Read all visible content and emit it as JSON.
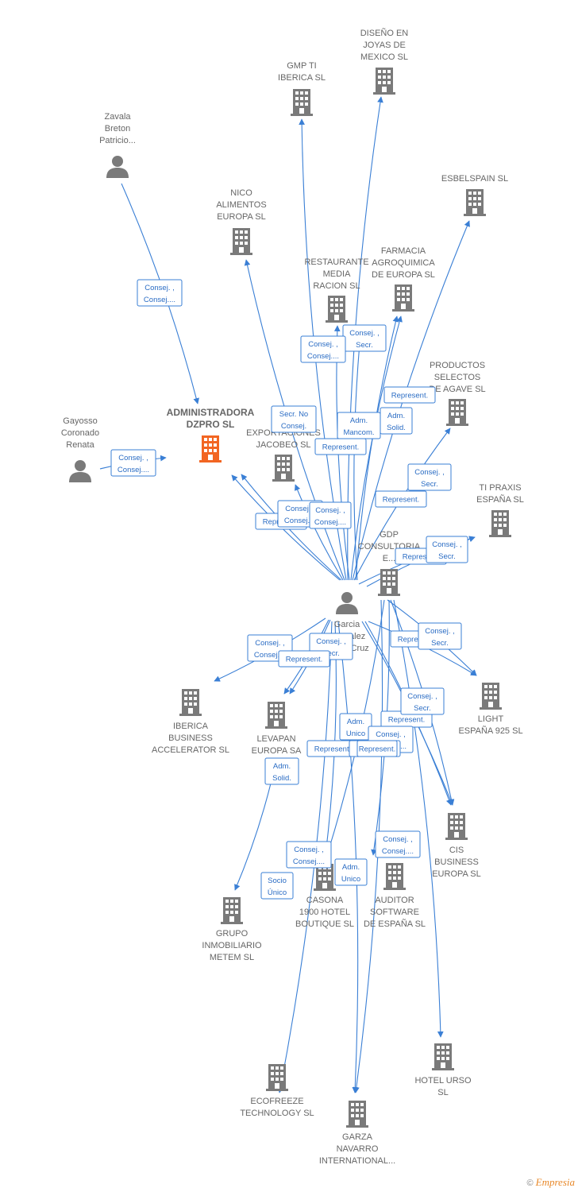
{
  "colors": {
    "edge": "#3a7fd5",
    "building": "#7a7a7a",
    "highlight": "#f26522",
    "person": "#7a7a7a"
  },
  "nodes": [
    {
      "id": "diseno",
      "type": "company",
      "lines": [
        "DISEÑO EN",
        "JOYAS DE",
        "MEXICO SL"
      ]
    },
    {
      "id": "gmp",
      "type": "company",
      "lines": [
        "GMP TI",
        "IBERICA SL"
      ]
    },
    {
      "id": "zavala",
      "type": "person",
      "lines": [
        "Zavala",
        "Breton",
        "Patricio..."
      ]
    },
    {
      "id": "esbelspain",
      "type": "company",
      "lines": [
        "ESBELSPAIN  SL"
      ]
    },
    {
      "id": "nico",
      "type": "company",
      "lines": [
        "NICO",
        "ALIMENTOS",
        "EUROPA SL"
      ]
    },
    {
      "id": "farmacia",
      "type": "company",
      "lines": [
        "FARMACIA",
        "AGROQUIMICA",
        "DE EUROPA SL"
      ]
    },
    {
      "id": "restaurante",
      "type": "company",
      "lines": [
        "RESTAURANTE",
        "MEDIA",
        "RACION  SL"
      ]
    },
    {
      "id": "productos",
      "type": "company",
      "lines": [
        "PRODUCTOS",
        "SELECTOS",
        "DE AGAVE  SL"
      ]
    },
    {
      "id": "administradora",
      "type": "company-main",
      "lines": [
        "ADMINISTRADORA",
        "DZPRO  SL"
      ]
    },
    {
      "id": "gayosso",
      "type": "person",
      "lines": [
        "Gayosso",
        "Coronado",
        "Renata"
      ]
    },
    {
      "id": "exportaciones",
      "type": "company",
      "lines": [
        "EXPORTACIONES",
        "JACOBEO  SL"
      ]
    },
    {
      "id": "tipraxis",
      "type": "company",
      "lines": [
        "TI PRAXIS",
        "ESPAÑA SL"
      ]
    },
    {
      "id": "gdp",
      "type": "company",
      "lines": [
        "GDP",
        "CONSULTORIA",
        "E..."
      ]
    },
    {
      "id": "garcia",
      "type": "person",
      "lines": [
        "Garcia",
        "Gonzalez",
        "De La Cruz"
      ]
    },
    {
      "id": "ibericabiz",
      "type": "company",
      "lines": [
        "IBERICA",
        "BUSINESS",
        "ACCELERATOR SL"
      ]
    },
    {
      "id": "levapan",
      "type": "company",
      "lines": [
        "LEVAPAN",
        "EUROPA SA"
      ]
    },
    {
      "id": "light",
      "type": "company",
      "lines": [
        "LIGHT",
        "ESPAÑA 925 SL"
      ]
    },
    {
      "id": "cis",
      "type": "company",
      "lines": [
        "CIS",
        "BUSINESS",
        "EUROPA SL"
      ]
    },
    {
      "id": "casona",
      "type": "company",
      "lines": [
        "CASONA",
        "1900 HOTEL",
        "BOUTIQUE  SL"
      ]
    },
    {
      "id": "auditor",
      "type": "company",
      "lines": [
        "AUDITOR",
        "SOFTWARE",
        "DE ESPAÑA  SL"
      ]
    },
    {
      "id": "grupo",
      "type": "company",
      "lines": [
        "GRUPO",
        "INMOBILIARIO",
        "METEM SL"
      ]
    },
    {
      "id": "hotelurso",
      "type": "company",
      "lines": [
        "HOTEL URSO",
        "SL"
      ]
    },
    {
      "id": "ecofreeze",
      "type": "company",
      "lines": [
        "ECOFREEZE",
        "TECHNOLOGY SL"
      ]
    },
    {
      "id": "garza",
      "type": "company",
      "lines": [
        "GARZA",
        "NAVARRO",
        "INTERNATIONAL..."
      ]
    }
  ],
  "relations": [
    {
      "lines": [
        "Consej. ,",
        "Consej...."
      ]
    },
    {
      "lines": [
        "Consej. ,",
        "Consej...."
      ]
    },
    {
      "lines": [
        "Consej. ,",
        "Secr."
      ]
    },
    {
      "lines": [
        "Consej. ,",
        "Consej...."
      ]
    },
    {
      "lines": [
        "Secr.  No",
        "Consej."
      ]
    },
    {
      "lines": [
        "Adm.",
        "Mancom."
      ]
    },
    {
      "lines": [
        "Adm.",
        "Solid."
      ]
    },
    {
      "lines": [
        "Represent."
      ]
    },
    {
      "lines": [
        "Represent."
      ]
    },
    {
      "lines": [
        "Represent."
      ]
    },
    {
      "lines": [
        "Consej. ,",
        "Secr."
      ]
    },
    {
      "lines": [
        "Represent."
      ]
    },
    {
      "lines": [
        "Consej. ,",
        "Consej...."
      ]
    },
    {
      "lines": [
        "Consej. ,",
        "Consej...."
      ]
    },
    {
      "lines": [
        "Represent."
      ]
    },
    {
      "lines": [
        "Consej. ,",
        "Secr."
      ]
    },
    {
      "lines": [
        "Represent."
      ]
    },
    {
      "lines": [
        "Consej. ,",
        "Consej...."
      ]
    },
    {
      "lines": [
        "Consej. ,",
        "Secr."
      ]
    },
    {
      "lines": [
        "Represent."
      ]
    },
    {
      "lines": [
        "Consej. ,",
        "Secr."
      ]
    },
    {
      "lines": [
        "Represent."
      ]
    },
    {
      "lines": [
        "Consej. ,",
        "Secr."
      ]
    },
    {
      "lines": [
        "Represent."
      ]
    },
    {
      "lines": [
        "Adm.",
        "Unico"
      ]
    },
    {
      "lines": [
        "Consej. ,",
        "Consej...."
      ]
    },
    {
      "lines": [
        "Represent."
      ]
    },
    {
      "lines": [
        "Represent."
      ]
    },
    {
      "lines": [
        "Adm.",
        "Solid."
      ]
    },
    {
      "lines": [
        "Consej. ,",
        "Consej...."
      ]
    },
    {
      "lines": [
        "Consej. ,",
        "Consej...."
      ]
    },
    {
      "lines": [
        "Socio",
        "Único"
      ]
    },
    {
      "lines": [
        "Adm.",
        "Unico"
      ]
    }
  ],
  "footer": {
    "copyright": "©",
    "brand": "Empresia"
  }
}
